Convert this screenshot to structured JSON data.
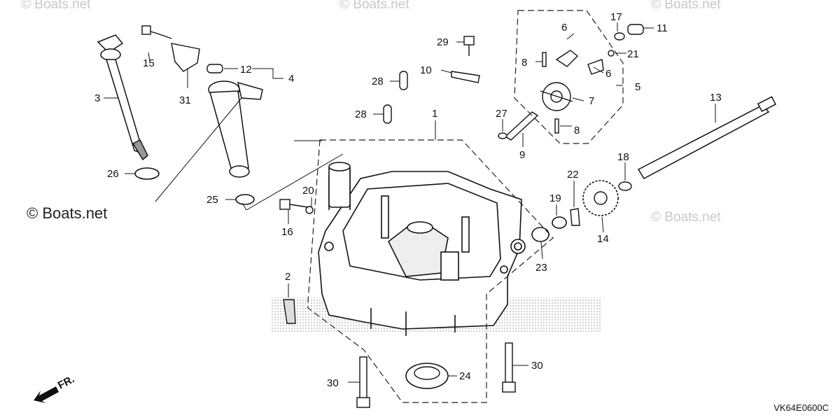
{
  "watermarks": {
    "faint": "© Boats.net",
    "main": "© Boats.net"
  },
  "diagram_code": "VK64E0600C",
  "front_marker": "FR.",
  "callouts": [
    "1",
    "2",
    "3",
    "4",
    "5",
    "6",
    "6",
    "7",
    "8",
    "8",
    "9",
    "10",
    "11",
    "12",
    "13",
    "14",
    "15",
    "16",
    "17",
    "18",
    "19",
    "20",
    "21",
    "22",
    "23",
    "24",
    "25",
    "26",
    "27",
    "28",
    "28",
    "29",
    "30",
    "30",
    "31"
  ]
}
